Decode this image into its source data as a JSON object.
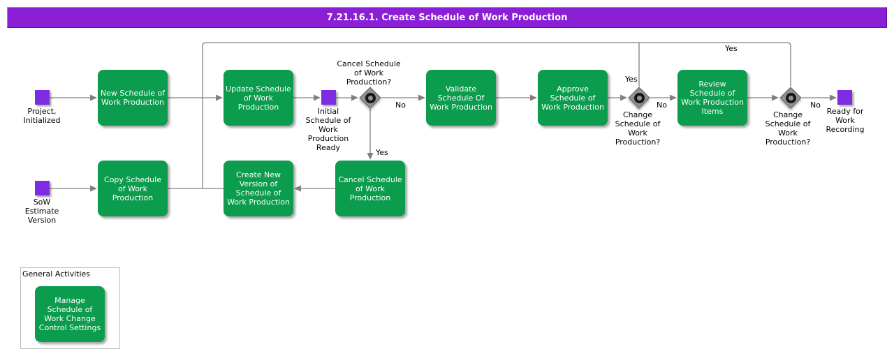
{
  "header": {
    "title": "7.21.16.1. Create Schedule of Work Production"
  },
  "colors": {
    "header_bg": "#8a1fd6",
    "event_fill": "#7e2ce2",
    "task_fill": "#0b9c4d",
    "gateway_fill": "#929292",
    "line": "#808080",
    "group_border": "#bcbcbc"
  },
  "events": {
    "project_initialized": {
      "label": "Project,\nInitialized"
    },
    "initial_schedule_ready": {
      "label": "Initial\nSchedule of\nWork\nProduction\nReady"
    },
    "ready_for_work_recording": {
      "label": "Ready for\nWork\nRecording"
    },
    "sow_estimate_version": {
      "label": "SoW\nEstimate\nVersion"
    }
  },
  "tasks": {
    "new_schedule": {
      "label": "New Schedule of\nWork Production"
    },
    "update_schedule": {
      "label": "Update Schedule\nof Work\nProduction"
    },
    "validate_schedule": {
      "label": "Validate\nSchedule Of\nWork Production"
    },
    "approve_schedule": {
      "label": "Approve\nSchedule of\nWork Production"
    },
    "review_schedule_items": {
      "label": "Review\nSchedule of\nWork Production\nItems"
    },
    "copy_schedule": {
      "label": "Copy Schedule\nof Work\nProduction"
    },
    "create_new_version": {
      "label": "Create New\nVersion of\nSchedule of\nWork Production"
    },
    "cancel_schedule": {
      "label": "Cancel Schedule\nof Work\nProduction"
    },
    "manage_change_control": {
      "label": "Manage\nSchedule of\nWork Change\nControl Settings"
    }
  },
  "gateways": {
    "cancel_question": {
      "label": "Cancel Schedule\nof Work\nProduction?"
    },
    "change_question_1": {
      "label": "Change\nSchedule of\nWork\nProduction?"
    },
    "change_question_2": {
      "label": "Change\nSchedule of\nWork\nProduction?"
    }
  },
  "edge_labels": {
    "cancel_no": "No",
    "cancel_yes": "Yes",
    "change1_yes": "Yes",
    "change1_no": "No",
    "change2_yes": "Yes",
    "change2_no": "No"
  },
  "group": {
    "title": "General Activities"
  }
}
